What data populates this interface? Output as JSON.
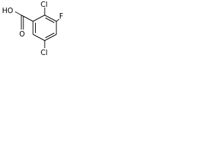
{
  "molecule": {
    "atoms": {
      "hydroxyl": "HO",
      "carbonyl_oxygen": "O",
      "chlorine_top": "Cl",
      "fluorine": "F",
      "chlorine_bottom": "Cl"
    },
    "colors": {
      "bond": "#000000",
      "label": "#000000",
      "background": "#ffffff"
    }
  }
}
